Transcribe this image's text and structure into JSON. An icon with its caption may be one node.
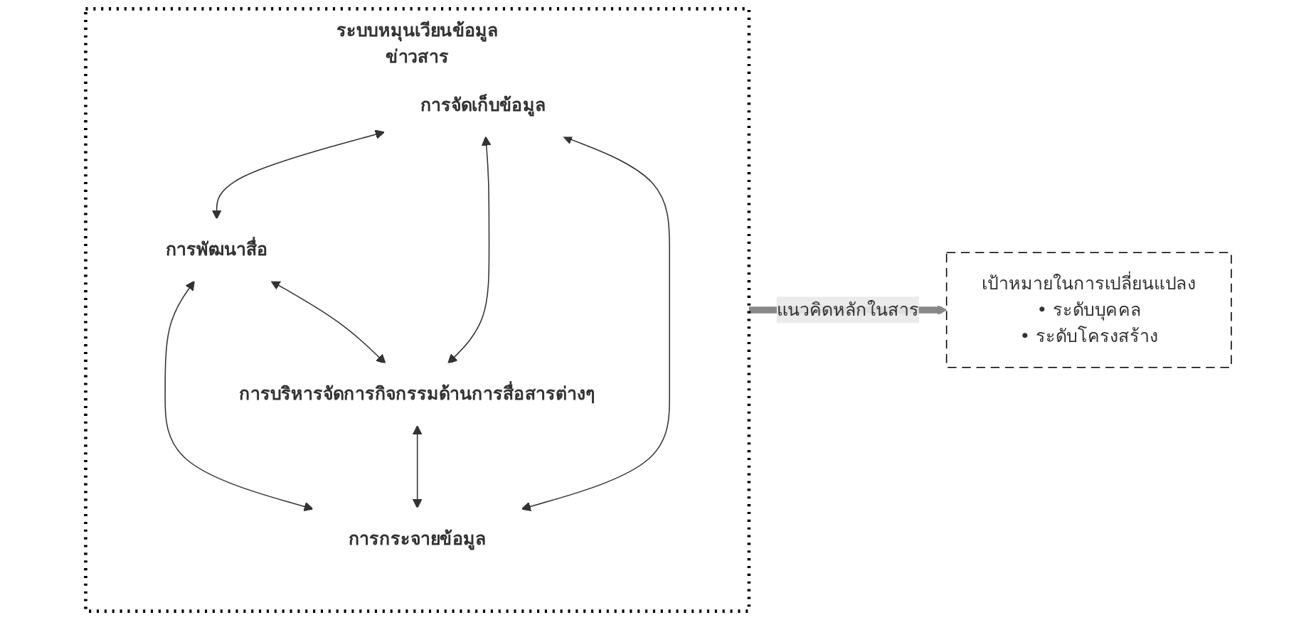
{
  "diagram": {
    "nodes": [
      {
        "text": [
          "ระบบหมุนเวียนข้อมูลข่าวสาร"
        ]
      },
      {
        "text": [
          "การจัดเก็บข้อมูล"
        ],
        "in": 0
      },
      {
        "text": [
          "การพัฒนาสื่อ"
        ],
        "in": 0
      },
      {
        "text": [
          "การบริหารจัดการกิจกรรมด้านการสื่อสารต่างๆ"
        ],
        "in": 0
      },
      {
        "text": [
          "การกระจายข้อมูล"
        ],
        "in": 0
      },
      {
        "text": [
          "เป้าหมายในการเปลี่ยนแปลง",
          "• ระดับบุคคล",
          "• ระดับโครงสร้าง"
        ]
      }
    ],
    "edges": [
      {
        "from": 1,
        "to": 2,
        "arrow": "both"
      },
      {
        "from": 1,
        "to": 3,
        "arrow": "both"
      },
      {
        "from": 2,
        "to": 4,
        "arrow": "both"
      },
      {
        "from": 1,
        "to": 4,
        "arrow": "both"
      },
      {
        "from": 2,
        "to": 3,
        "arrow": "both"
      },
      {
        "from": 3,
        "to": 4,
        "arrow": "both"
      },
      {
        "from": 0,
        "to": 5,
        "arrow": "to",
        "label": "แนวคิดหลักในสาร",
        "style": "thick",
        "color": "#888888"
      }
    ]
  }
}
